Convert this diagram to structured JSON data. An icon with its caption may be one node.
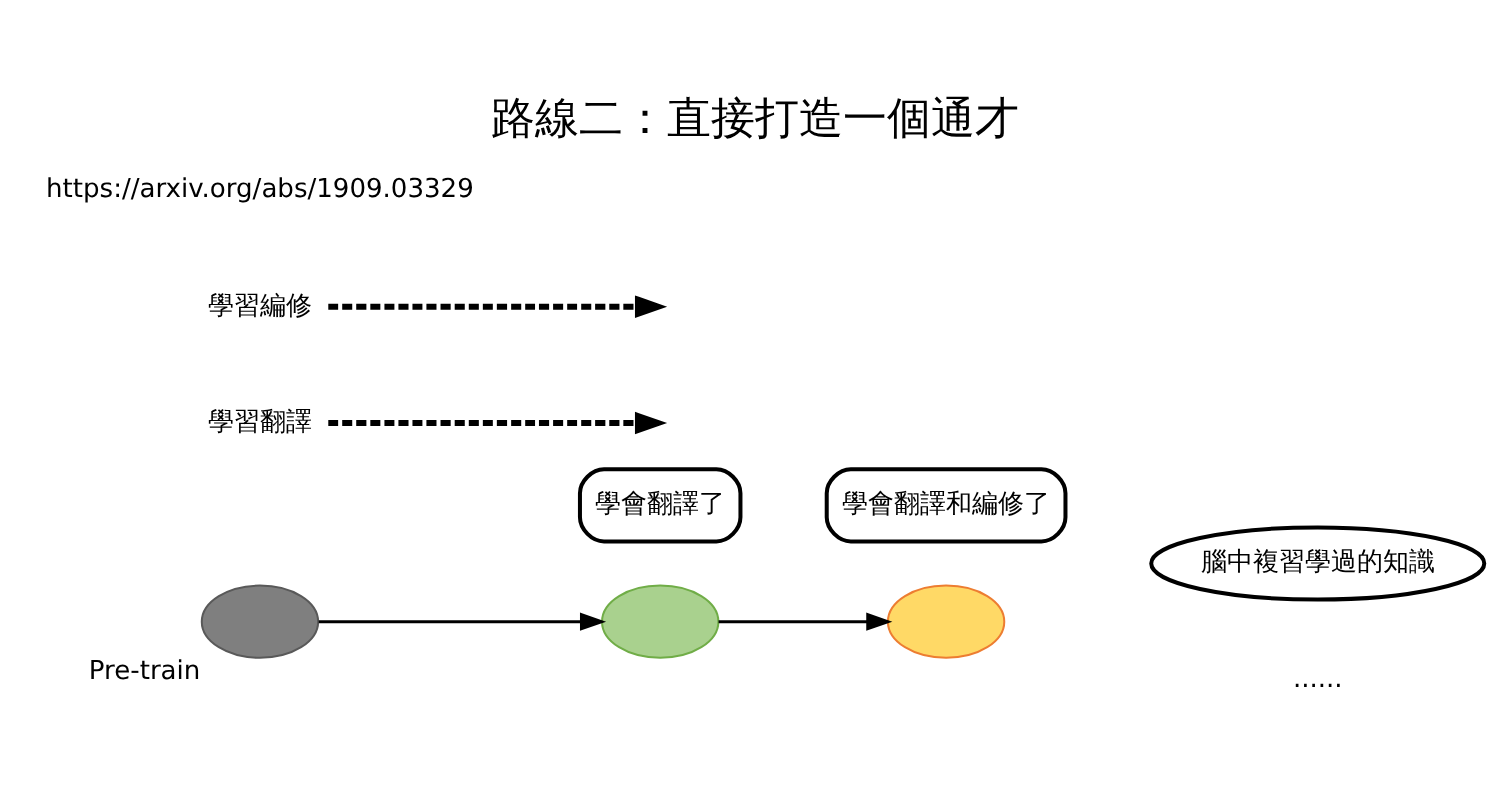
{
  "diagram": {
    "title": "路線二：直接打造一個通才",
    "nodes": [
      {
        "text": [],
        "shape": "brain",
        "beside": [
          "Pre-train"
        ]
      },
      {
        "text": [
          "學會翻譯了"
        ]
      },
      {
        "text": [],
        "shape": "brain"
      },
      {
        "text": [
          "學會翻譯和編修了"
        ]
      },
      {
        "text": [],
        "shape": "brain"
      },
      {
        "text": [
          "腦中複習學過的知識"
        ]
      },
      {
        "text": [
          "學習翻譯"
        ]
      },
      {
        "text": [
          "學習編修"
        ]
      }
    ],
    "edges": [
      {
        "from": 0,
        "to": 2,
        "arrow": "to"
      },
      {
        "from": 2,
        "to": 4,
        "arrow": "to"
      },
      {
        "from": 6,
        "to": null,
        "arrow": "to",
        "style": "dashed"
      },
      {
        "from": 7,
        "to": null,
        "arrow": "to",
        "style": "dashed"
      }
    ],
    "labels": [
      "......",
      "https://arxiv.org/abs/1909.03329"
    ]
  }
}
